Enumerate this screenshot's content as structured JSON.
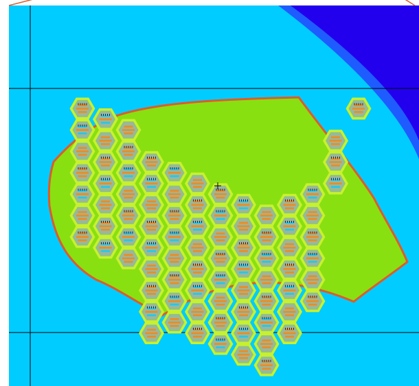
{
  "viewer": {
    "mode": "geometry-plot",
    "crosshair": "center-marker"
  },
  "colors": {
    "background_white": "#ffffff",
    "coolant": "#00ccff",
    "vessel_ring": "#1e5cff",
    "vessel_core": "#2200ee",
    "core_fill": "#88e010",
    "core_edge": "#e05a2a",
    "cell_ring": "#c8f030",
    "cell_fill": "#9ab79a",
    "pin_orange": "#f08a20",
    "pin_cyan": "#20c8f0",
    "pin_dark": "#222244",
    "grid_line": "#000000"
  },
  "lattice": {
    "columns": [
      {
        "count": 7,
        "offset": 3.0
      },
      {
        "count": 7,
        "offset": 2.5
      },
      {
        "count": 7,
        "offset": 2.0
      },
      {
        "count": 9,
        "offset": 0.5
      },
      {
        "count": 8,
        "offset": 0.0
      },
      {
        "count": 8,
        "offset": -0.5
      },
      {
        "count": 8,
        "offset": -1.0
      },
      {
        "count": 8,
        "offset": -1.5
      },
      {
        "count": 8,
        "offset": -2.0
      },
      {
        "count": 7,
        "offset": -1.5
      },
      {
        "count": 6,
        "offset": -1.0
      },
      {
        "count": 3,
        "offset": 1.5
      },
      {
        "count": 1,
        "offset": 3.0
      }
    ]
  }
}
